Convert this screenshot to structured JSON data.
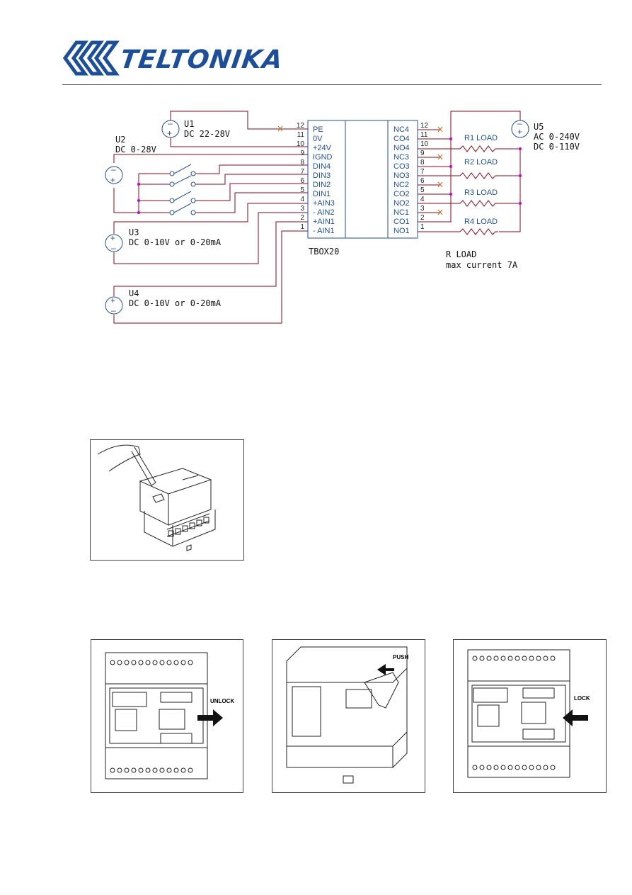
{
  "header": {
    "brand": "TELTONIKA",
    "colors": {
      "brand": "#1b4f9c",
      "wire": "#8b0a1a",
      "node": "#cc00cc",
      "terminal": "#1f4fa0"
    }
  },
  "schematic": {
    "device_label": "TBOX20",
    "left_pins": [
      {
        "num": "12",
        "label": "PE"
      },
      {
        "num": "11",
        "label": "0V"
      },
      {
        "num": "10",
        "label": "+24V"
      },
      {
        "num": "9",
        "label": "IGND"
      },
      {
        "num": "8",
        "label": "DIN4"
      },
      {
        "num": "7",
        "label": "DIN3"
      },
      {
        "num": "6",
        "label": "DIN2"
      },
      {
        "num": "5",
        "label": "DIN1"
      },
      {
        "num": "4",
        "label": "+AIN3"
      },
      {
        "num": "3",
        "label": "- AIN2"
      },
      {
        "num": "2",
        "label": "+AIN1"
      },
      {
        "num": "1",
        "label": "- AIN1"
      }
    ],
    "right_pins": [
      {
        "num": "12",
        "label": "NC4"
      },
      {
        "num": "11",
        "label": "CO4"
      },
      {
        "num": "10",
        "label": "NO4"
      },
      {
        "num": "9",
        "label": "NC3"
      },
      {
        "num": "8",
        "label": "CO3"
      },
      {
        "num": "7",
        "label": "NO3"
      },
      {
        "num": "6",
        "label": "NC2"
      },
      {
        "num": "5",
        "label": "CO2"
      },
      {
        "num": "4",
        "label": "NO2"
      },
      {
        "num": "3",
        "label": "NC1"
      },
      {
        "num": "2",
        "label": "CO1"
      },
      {
        "num": "1",
        "label": "NO1"
      }
    ],
    "sources": {
      "u1_name": "U1",
      "u1_value": "DC 22-28V",
      "u2_name": "U2",
      "u2_value": "DC 0-28V",
      "u3_name": "U3",
      "u3_value": "DC 0-10V or 0-20mA",
      "u4_name": "U4",
      "u4_value": "DC 0-10V or 0-20mA",
      "u5_name": "U5",
      "u5_value_ac": "AC 0-240V",
      "u5_value_dc": "DC 0-110V"
    },
    "loads": [
      "R1 LOAD",
      "R2 LOAD",
      "R3 LOAD",
      "R4 LOAD"
    ],
    "load_note_1": "R LOAD",
    "load_note_2": "max current 7A"
  },
  "sim_steps": {
    "unlock": "UNLOCK",
    "push": "PUSH",
    "lock": "LOCK"
  }
}
